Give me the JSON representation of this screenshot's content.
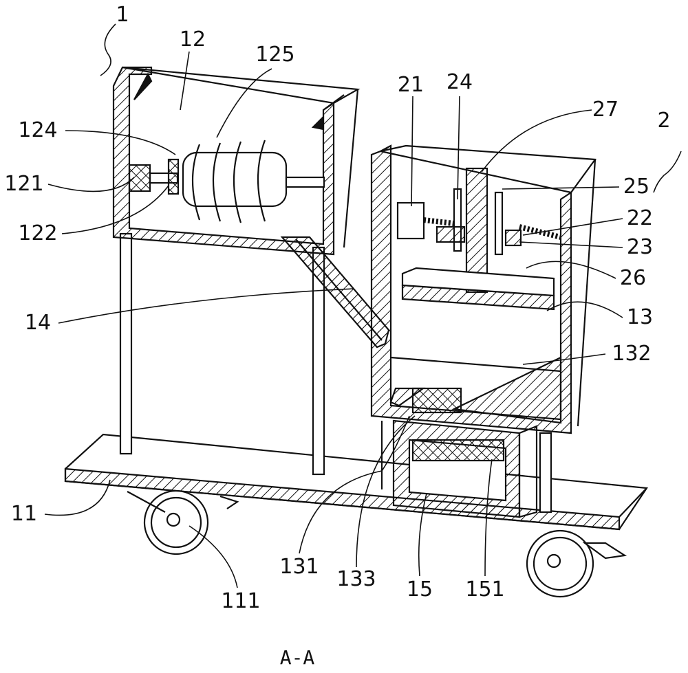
{
  "figure": {
    "caption": "A-A",
    "labels": [
      {
        "id": "1",
        "text": "1"
      },
      {
        "id": "12",
        "text": "12"
      },
      {
        "id": "125",
        "text": "125"
      },
      {
        "id": "21",
        "text": "21"
      },
      {
        "id": "24",
        "text": "24"
      },
      {
        "id": "27",
        "text": "27"
      },
      {
        "id": "2",
        "text": "2"
      },
      {
        "id": "124",
        "text": "124"
      },
      {
        "id": "121",
        "text": "121"
      },
      {
        "id": "25",
        "text": "25"
      },
      {
        "id": "22",
        "text": "22"
      },
      {
        "id": "122",
        "text": "122"
      },
      {
        "id": "23",
        "text": "23"
      },
      {
        "id": "26",
        "text": "26"
      },
      {
        "id": "14",
        "text": "14"
      },
      {
        "id": "13",
        "text": "13"
      },
      {
        "id": "132",
        "text": "132"
      },
      {
        "id": "11",
        "text": "11"
      },
      {
        "id": "131",
        "text": "131"
      },
      {
        "id": "133",
        "text": "133"
      },
      {
        "id": "111",
        "text": "111"
      },
      {
        "id": "15",
        "text": "15"
      },
      {
        "id": "151",
        "text": "151"
      }
    ]
  }
}
